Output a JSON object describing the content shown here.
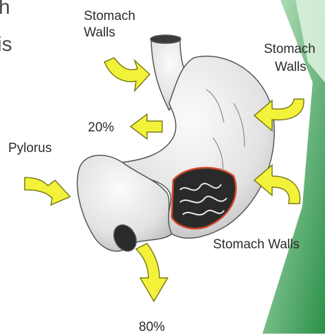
{
  "labels": {
    "stomach_walls_top": [
      "Stomach",
      "Walls"
    ],
    "stomach_walls_right": [
      "Stomach",
      "Walls"
    ],
    "stomach_walls_bottom": "Stomach Walls",
    "pylorus": "Pylorus",
    "pct_up": "20%",
    "pct_down": "80%"
  },
  "edge_fragments": [
    "h",
    "is"
  ],
  "colors": {
    "arrow_fill": "#f3f23a",
    "arrow_stroke": "#7a7a18",
    "stomach_fill": "#e7e7e7",
    "stomach_shadow": "#bdbdbd",
    "mucosa_dark": "#2a2a2a",
    "rim": "#d4462a",
    "accent_green": "#2e9a4c"
  }
}
